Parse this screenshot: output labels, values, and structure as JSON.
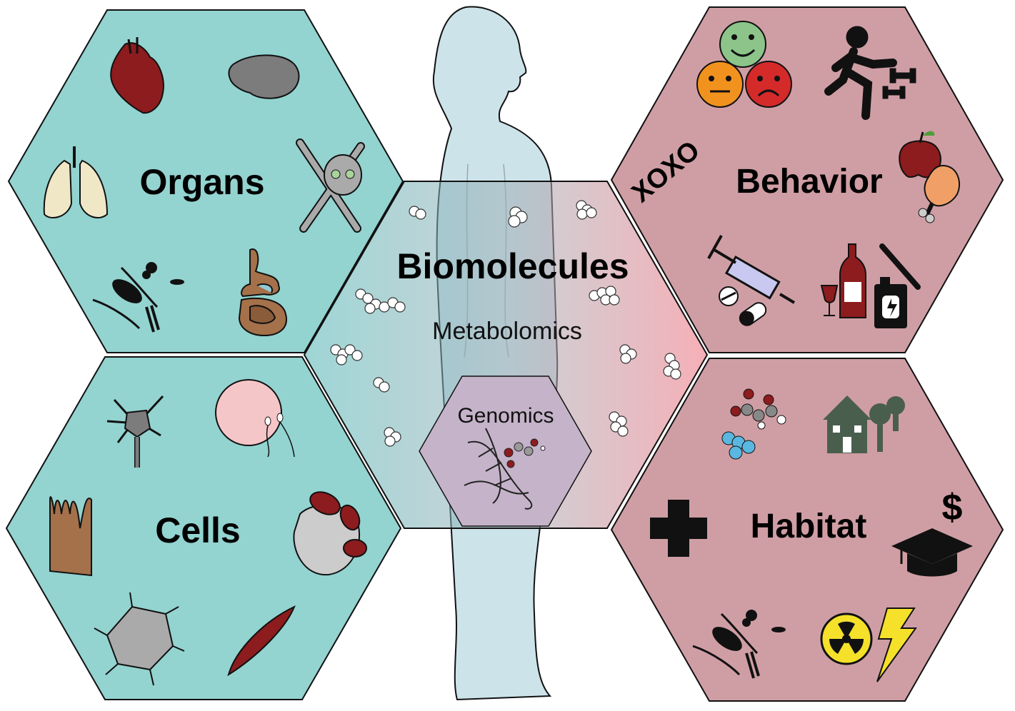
{
  "labels": {
    "organs": "Organs",
    "cells": "Cells",
    "biomolecules": "Biomolecules",
    "metabolomics": "Metabolomics",
    "genomics": "Genomics",
    "behavior": "Behavior",
    "habitat": "Habitat",
    "xoxo": "XOXO",
    "dollar": "$"
  },
  "colors": {
    "teal": "#93d3d0",
    "mauve": "#cf9ea4",
    "silhouette": "#cde3ea",
    "genomics_hex": "#c5b3c9",
    "heart": "#8c1c1e",
    "brain": "#7c7c7c",
    "lung": "#efe7c6",
    "muscle": "#8c1c1e",
    "house": "#4a5e4e"
  },
  "icons": {
    "organs": [
      "heart-icon",
      "brain-icon",
      "lungs-icon",
      "skull-crossbones-icon",
      "microbes-icon",
      "digestive-tract-icon"
    ],
    "cells": [
      "neuron-icon",
      "egg-sperm-icon",
      "epithelial-cell-icon",
      "blood-cells-icon",
      "osteocyte-icon",
      "muscle-cell-icon"
    ],
    "behavior": [
      "mood-faces-icon",
      "running-person-icon",
      "xoxo-icon",
      "apple-icon",
      "chicken-leg-icon",
      "syringe-icon",
      "pills-icon",
      "alcohol-icon",
      "cigarette-icon",
      "energy-drink-icon"
    ],
    "habitat": [
      "chemical-molecule-icon",
      "house-trees-icon",
      "medical-cross-icon",
      "dollar-icon",
      "graduation-cap-icon",
      "microbes-icon",
      "radiation-icon",
      "lightning-icon"
    ]
  }
}
